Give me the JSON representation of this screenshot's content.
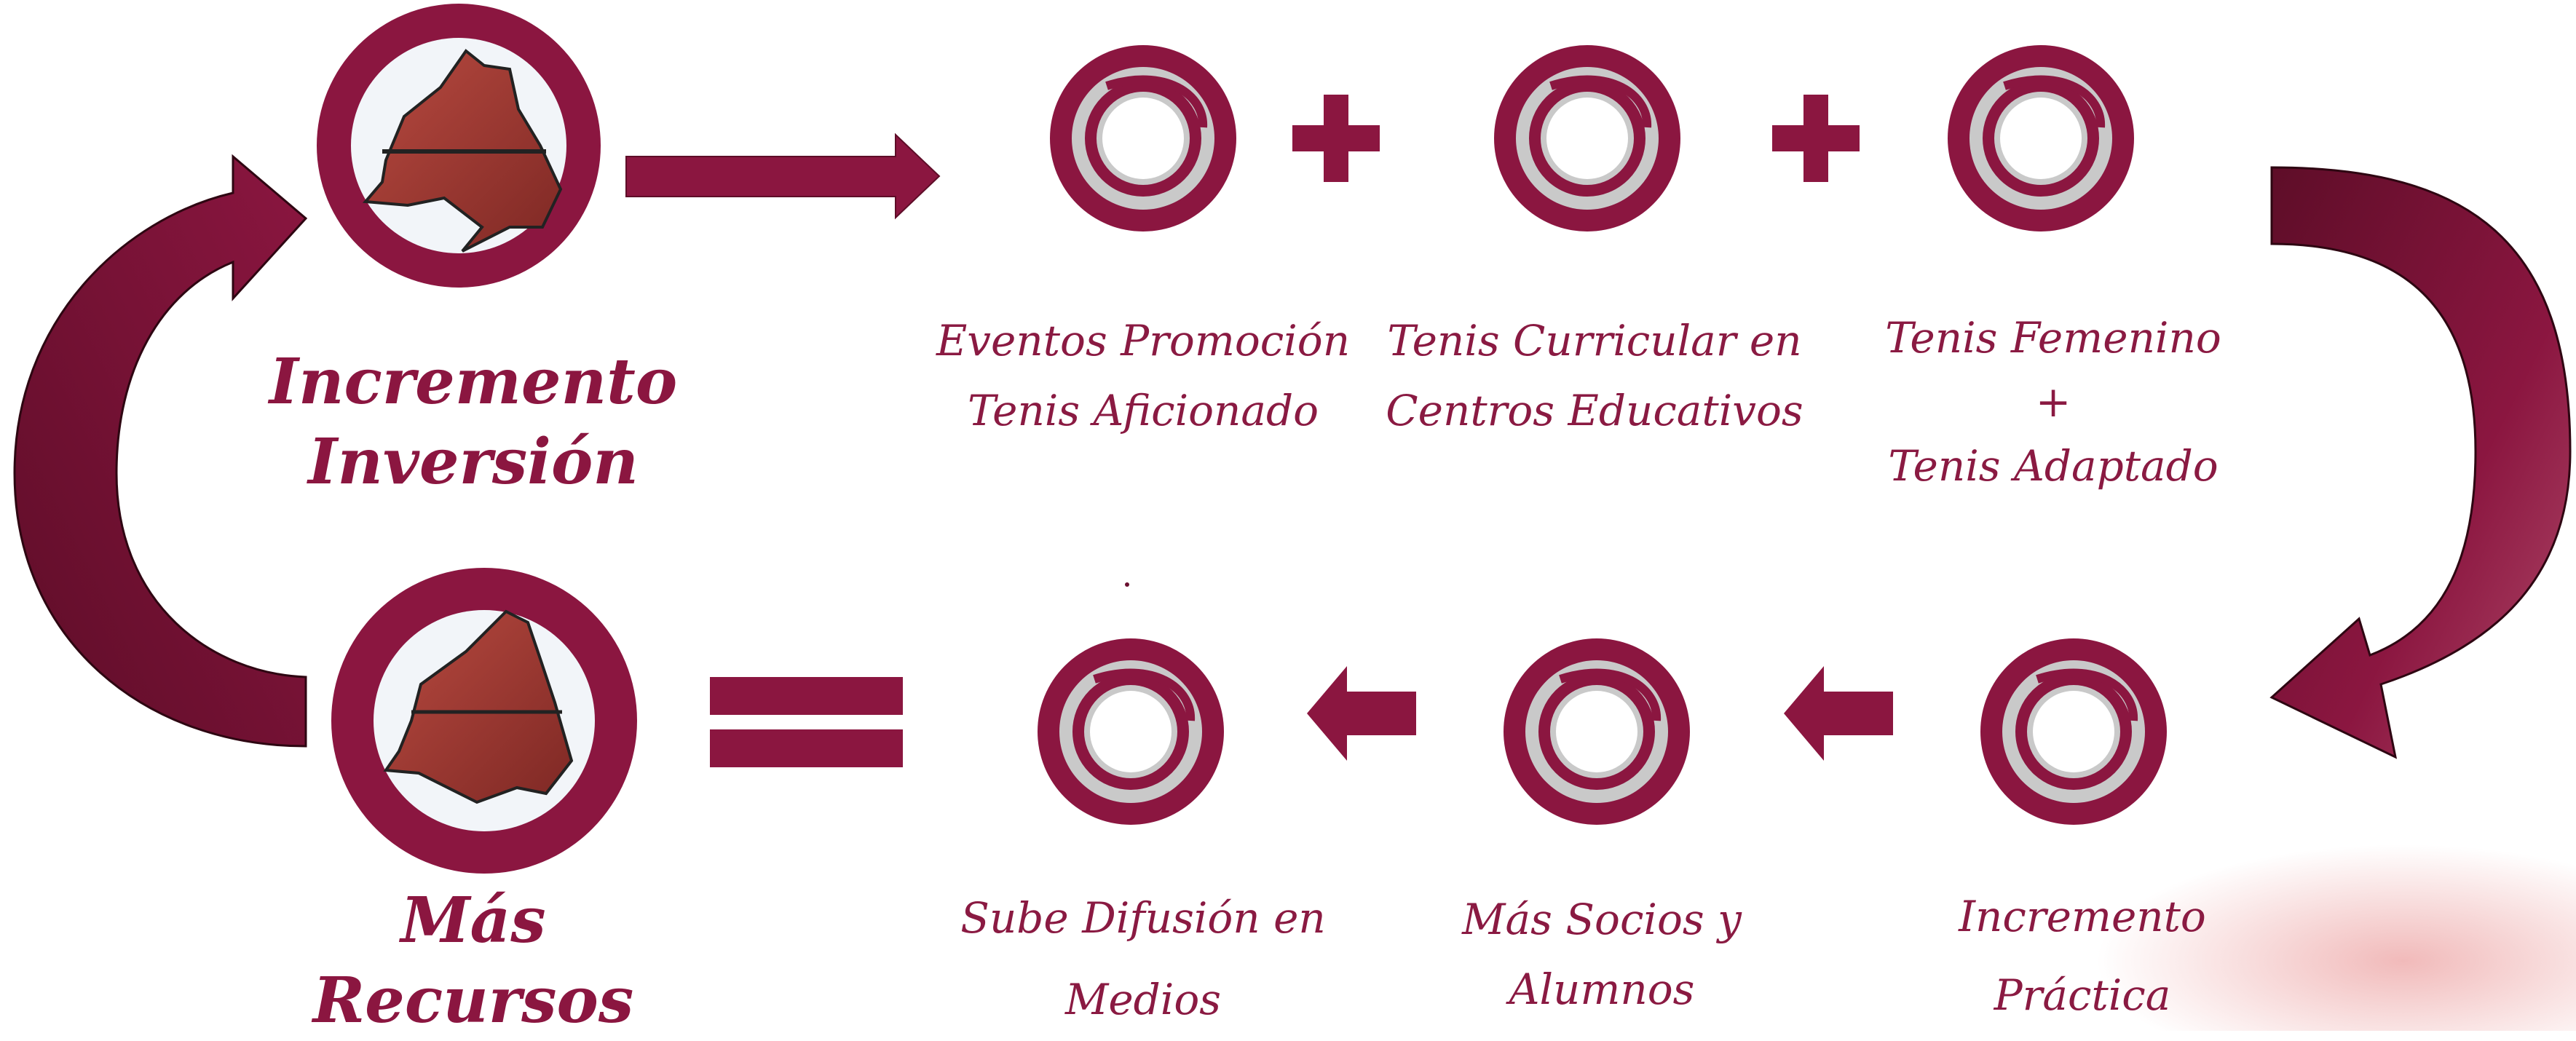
{
  "colors": {
    "primary": "#8b1640",
    "dark": "#6a1030",
    "ball_gray": "#c9c9c9",
    "region_red": "#a33a32"
  },
  "hub_top": {
    "icon": "madrid-region-map-icon",
    "lines": [
      "Incremento",
      "Inversión"
    ]
  },
  "hub_bottom": {
    "icon": "madrid-region-map-icon",
    "lines": [
      "Más",
      "Recursos"
    ]
  },
  "top_row": [
    {
      "icon": "tennis-ball-icon",
      "lines": [
        "Eventos Promoción",
        "Tenis Aficionado"
      ]
    },
    {
      "icon": "tennis-ball-icon",
      "lines": [
        "Tenis Curricular en",
        "Centros Educativos"
      ]
    },
    {
      "icon": "tennis-ball-icon",
      "lines": [
        "Tenis Femenino",
        "+",
        "Tenis Adaptado"
      ]
    }
  ],
  "bottom_row": [
    {
      "icon": "tennis-ball-icon",
      "lines": [
        "Sube Difusión en",
        "Medios"
      ]
    },
    {
      "icon": "tennis-ball-icon",
      "lines": [
        "Más Socios y Alumnos"
      ]
    },
    {
      "icon": "tennis-ball-icon",
      "lines": [
        "Incremento",
        "Práctica"
      ]
    }
  ],
  "connectors": [
    "plus-icon",
    "plus-icon",
    "equals-icon"
  ]
}
